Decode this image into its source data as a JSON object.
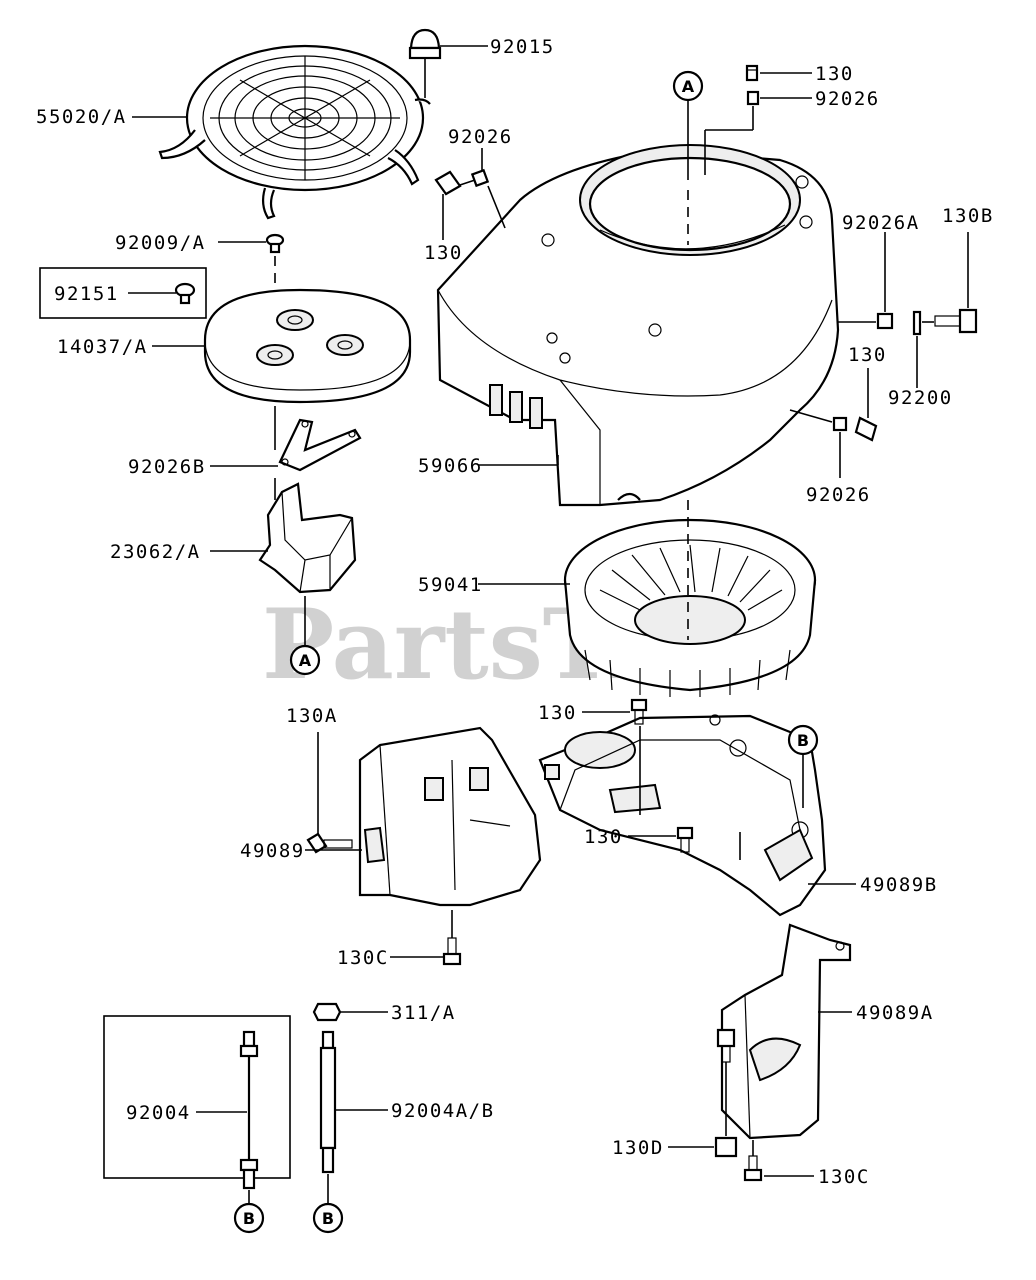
{
  "watermark": "PartsTree",
  "labels": {
    "l92015": "92015",
    "l55020A": "55020/A",
    "l130_top": "130",
    "l92026_top": "92026",
    "l92026_left": "92026",
    "l130_left": "130",
    "l92009A": "92009/A",
    "l92151": "92151",
    "l14037A": "14037/A",
    "l92026A": "92026A",
    "l130B": "130B",
    "l130_right": "130",
    "l92200": "92200",
    "l92026B": "92026B",
    "l59066": "59066",
    "l92026_bottom": "92026",
    "l23062A": "23062/A",
    "l59041": "59041",
    "l130A": "130A",
    "l130_plate": "130",
    "l49089": "49089",
    "l130_plate2": "130",
    "l49089B": "49089B",
    "l130C_left": "130C",
    "l311A": "311/A",
    "l49089A": "49089A",
    "l92004": "92004",
    "l92004AB": "92004A/B",
    "l130D": "130D",
    "l130C_right": "130C"
  },
  "refs": {
    "a_top": "A",
    "a_bottom": "A",
    "b_right": "B",
    "b_box": "B",
    "b_stud": "B"
  }
}
